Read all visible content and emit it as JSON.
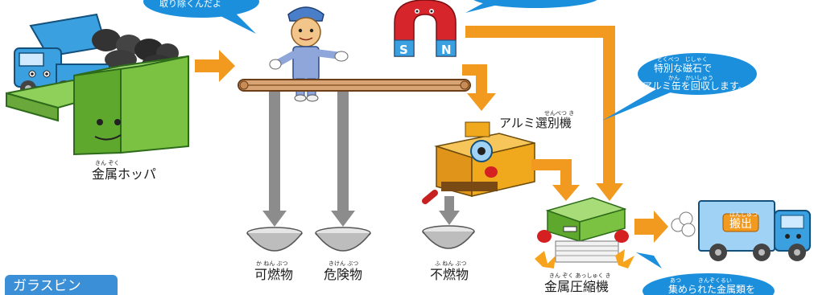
{
  "labels": {
    "hopper": "金属ホッパ",
    "hopper_ruby": "きん ぞく",
    "aluminum_sorter": "アルミ選別機",
    "aluminum_sorter_ruby": "せんべつ き",
    "combustible": "可燃物",
    "combustible_ruby": "か ねん ぶつ",
    "hazardous": "危険物",
    "hazardous_ruby": "きけん ぶつ",
    "noncombustible": "不燃物",
    "noncombustible_ruby": "ふ ねん ぶつ",
    "compressor": "金属圧縮機",
    "compressor_ruby": "きん ぞく あっしゅく き",
    "carry_out": "搬出",
    "carry_out_ruby": "はんしゅつ",
    "glass_bin": "ガラスビン"
  },
  "bubbles": {
    "top_left_text": "取り除くんだよ",
    "magnet_bubble_line1": "特別な磁石で",
    "magnet_bubble_ruby1": "とくべつ　じしゃく",
    "magnet_bubble_line2": "アルミ缶を回収します。",
    "magnet_bubble_ruby2": "かん　かいしゅう",
    "bottom_bubble_text": "集められた金属類を",
    "bottom_bubble_ruby": "あつ　　　きんぞくるい"
  },
  "magnet": {
    "south_label": "S",
    "north_label": "N"
  },
  "colors": {
    "arrow_orange": "#f29a1f",
    "arrow_gray": "#8c8c8c",
    "bubble_blue": "#1c8fdc",
    "hopper_green": "#7cc242",
    "truck_blue": "#3aa0e0",
    "tab_blue": "#3b8fd6",
    "magnet_red": "#d6262b",
    "sorter_yellow": "#f0a81c"
  }
}
